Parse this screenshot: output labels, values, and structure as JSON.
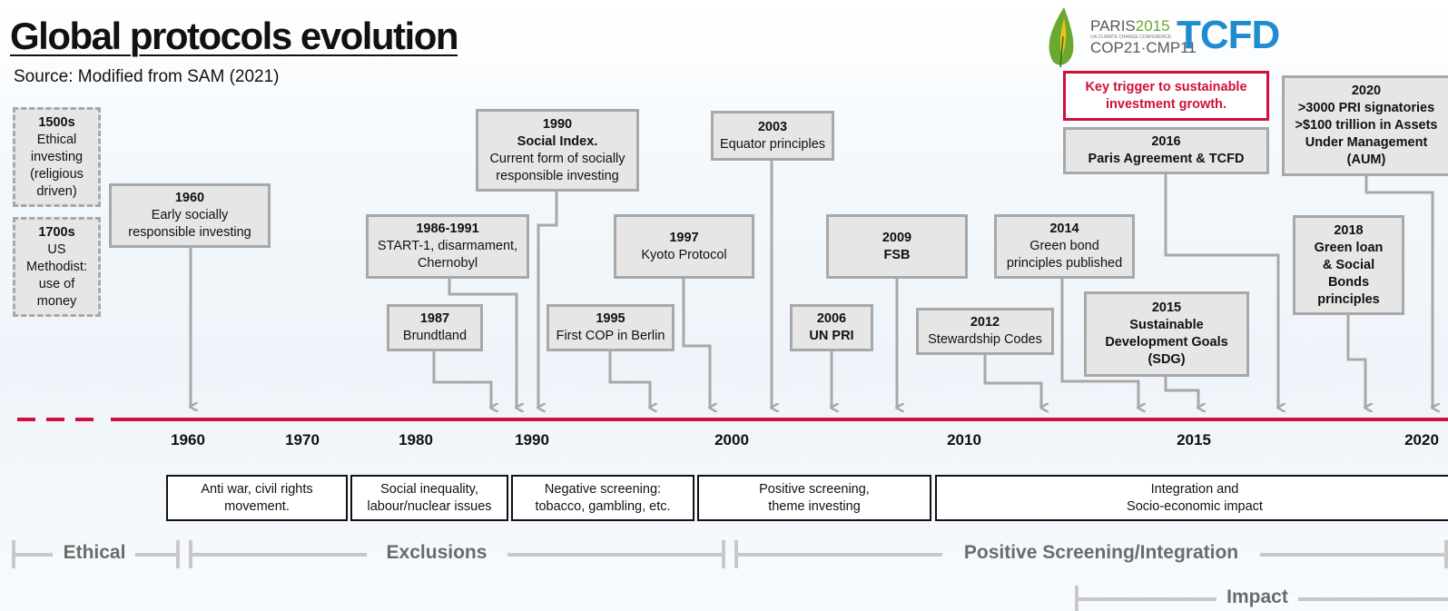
{
  "title": "Global protocols evolution",
  "source": "Source: Modified from SAM (2021)",
  "logos": {
    "paris_prefix": "PARIS",
    "paris_year": "2015",
    "paris_small": "UN CLIMATE CHANGE CONFERENCE",
    "cop": "COP21·CMP11",
    "tcfd": "TCFD"
  },
  "key_trigger": [
    "Key trigger to sustainable",
    "investment growth."
  ],
  "events": {
    "e1500": {
      "year": "1500s",
      "lines": [
        "Ethical",
        "investing",
        "(religious",
        "driven)"
      ]
    },
    "e1700": {
      "year": "1700s",
      "lines": [
        "US",
        "Methodist:",
        "use of",
        "money"
      ]
    },
    "e1960": {
      "year": "1960",
      "lines": [
        "Early socially",
        "responsible investing"
      ]
    },
    "e1986": {
      "year": "1986-1991",
      "lines": [
        "START-1, disarmament,",
        "Chernobyl"
      ]
    },
    "e1987": {
      "year": "1987",
      "lines": [
        "Brundtland"
      ]
    },
    "e1990": {
      "year": "1990",
      "bold": "Social Index.",
      "lines": [
        "Current form of socially",
        "responsible investing"
      ]
    },
    "e1995": {
      "year": "1995",
      "lines": [
        "First COP in Berlin"
      ]
    },
    "e1997": {
      "year": "1997",
      "lines": [
        "Kyoto Protocol"
      ]
    },
    "e2003": {
      "year": "2003",
      "lines": [
        "Equator principles"
      ]
    },
    "e2006": {
      "year": "2006",
      "bold": "UN PRI"
    },
    "e2009": {
      "year": "2009",
      "bold": "FSB"
    },
    "e2012": {
      "year": "2012",
      "lines": [
        "Stewardship Codes"
      ]
    },
    "e2014": {
      "year": "2014",
      "lines": [
        "Green bond",
        "principles published"
      ]
    },
    "e2015": {
      "year": "2015",
      "bold_lines": [
        "Sustainable",
        "Development Goals",
        "(SDG)"
      ]
    },
    "e2016": {
      "year": "2016",
      "bold": "Paris Agreement & TCFD"
    },
    "e2018": {
      "year": "2018",
      "bold_lines": [
        "Green loan",
        "& Social",
        "Bonds",
        "principles"
      ]
    },
    "e2020": {
      "year": "2020",
      "bold_lines": [
        ">3000 PRI signatories",
        ">$100 trillion in Assets",
        "Under Management",
        "(AUM)"
      ]
    }
  },
  "axis_years": [
    "1960",
    "1970",
    "1980",
    "1990",
    "2000",
    "2010",
    "2015",
    "2020"
  ],
  "eras": [
    [
      "Anti war, civil rights",
      "movement."
    ],
    [
      "Social inequality,",
      "labour/nuclear issues"
    ],
    [
      "Negative screening:",
      "tobacco, gambling, etc."
    ],
    [
      "Positive screening,",
      "theme investing"
    ],
    [
      "Integration and",
      "Socio-economic impact"
    ]
  ],
  "phases": [
    "Ethical",
    "Exclusions",
    "Positive Screening/Integration",
    "Impact"
  ],
  "colors": {
    "timeline": "#d0103a",
    "box_fill": "#e6e6e6",
    "box_border": "#a8a8a8",
    "connector": "#a8a8a8",
    "phase": "#c8c8c8",
    "tcfd": "#1f8ccf",
    "paris_green": "#6aa82e"
  }
}
